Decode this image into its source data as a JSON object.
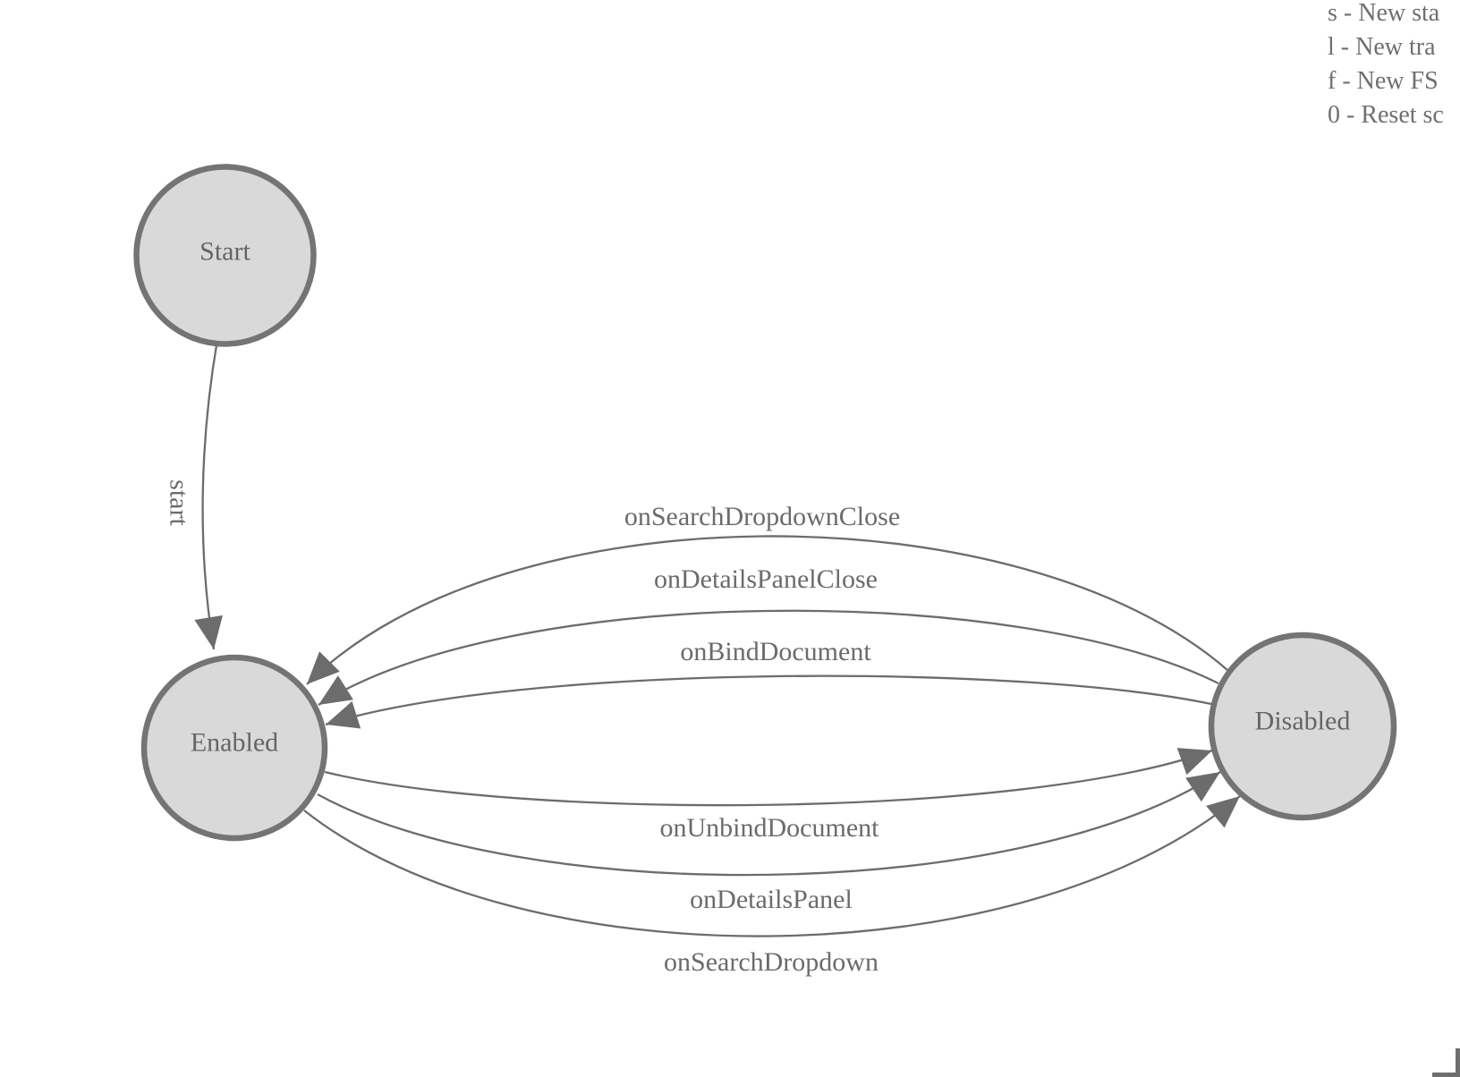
{
  "legend": {
    "lines": [
      "s - New sta",
      "l - New tra",
      "f - New FS",
      "0 - Reset sc"
    ]
  },
  "states": {
    "start": {
      "label": "Start"
    },
    "enabled": {
      "label": "Enabled"
    },
    "disabled": {
      "label": "Disabled"
    }
  },
  "transitions": {
    "start": {
      "label": "start",
      "from": "Start",
      "to": "Enabled"
    },
    "onSearchDropdownClose": {
      "label": "onSearchDropdownClose",
      "from": "Disabled",
      "to": "Enabled"
    },
    "onDetailsPanelClose": {
      "label": "onDetailsPanelClose",
      "from": "Disabled",
      "to": "Enabled"
    },
    "onBindDocument": {
      "label": "onBindDocument",
      "from": "Disabled",
      "to": "Enabled"
    },
    "onUnbindDocument": {
      "label": "onUnbindDocument",
      "from": "Enabled",
      "to": "Disabled"
    },
    "onDetailsPanel": {
      "label": "onDetailsPanel",
      "from": "Enabled",
      "to": "Disabled"
    },
    "onSearchDropdown": {
      "label": "onSearchDropdown",
      "from": "Enabled",
      "to": "Disabled"
    }
  },
  "colors": {
    "node_fill": "#d9d9d9",
    "node_border": "#747474",
    "edge_stroke": "#6c6c6c",
    "arrowhead": "#6c6c6c",
    "label_text": "#6b6b6b",
    "background": "#ffffff"
  }
}
